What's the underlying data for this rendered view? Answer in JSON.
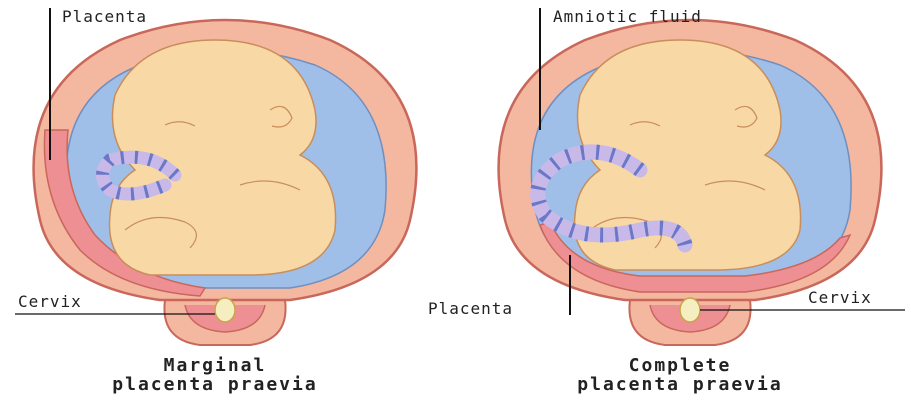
{
  "left_panel": {
    "label_top": "Placenta",
    "label_bottom": "Cervix",
    "caption_line1": "Marginal",
    "caption_line2": "placenta praevia"
  },
  "right_panel": {
    "label_top": "Amniotic fluid",
    "label_mid": "Placenta",
    "label_bottom": "Cervix",
    "caption_line1": "Complete",
    "caption_line2": "placenta praevia"
  },
  "colors": {
    "uterus_wall": "#f4b7a0",
    "uterus_outline": "#c9675a",
    "amniotic_fluid": "#9fbfe8",
    "fetus_skin": "#f8d9a6",
    "fetus_outline": "#c98d5a",
    "placenta": "#ee8f94",
    "cord": "#c9b9e8",
    "cord_band": "#6a78c8",
    "cervix_plug": "#f4eec0"
  }
}
